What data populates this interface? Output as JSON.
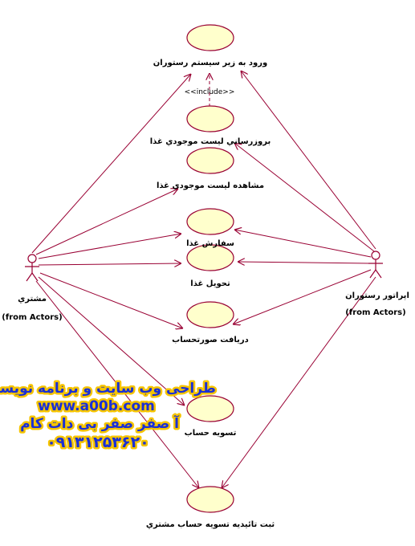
{
  "use_cases": [
    {
      "id": "uc-login",
      "label": "ورود به زير سيستم رستوران"
    },
    {
      "id": "uc-update-menu",
      "label": "بروزرساني ليست موجودي غذا"
    },
    {
      "id": "uc-view-menu",
      "label": "مشاهده ليست موجودي غذا"
    },
    {
      "id": "uc-order",
      "label": "سفارش غذا"
    },
    {
      "id": "uc-deliver",
      "label": "تحويل غذا"
    },
    {
      "id": "uc-bill",
      "label": "دريافت صورتحساب"
    },
    {
      "id": "uc-settle",
      "label": "تسويه حساب"
    },
    {
      "id": "uc-confirm",
      "label": "ثبت تائيديه تسويه حساب مشتري"
    }
  ],
  "actors": {
    "customer": {
      "name": "مشتري",
      "source": "(from Actors)"
    },
    "operator": {
      "name": "اپراتور رستوران",
      "source": "(from Actors)"
    }
  },
  "include_label": "<<include>>",
  "watermark": {
    "line1": "طراحی وب سایت و برنامه نویسی",
    "line2": "www.a00b.com",
    "line3": "آ صفر صفر بی دات کام",
    "line4": "۰۹۱۳۱۲۵۳۶۲۰"
  },
  "colors": {
    "ellipse_fill": "#ffffcc",
    "ellipse_stroke": "#990033",
    "line": "#990033",
    "watermark_text": "#1a2fd6",
    "watermark_outline": "#f5c400"
  }
}
